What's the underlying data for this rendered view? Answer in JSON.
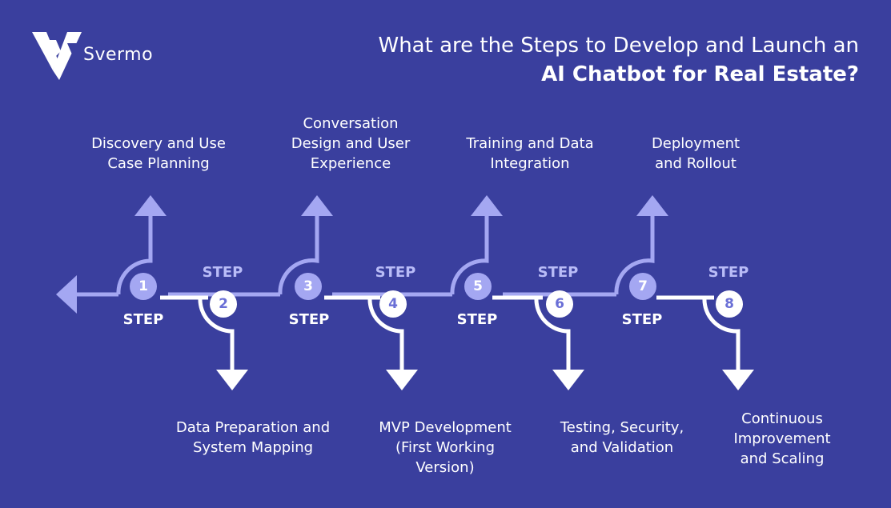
{
  "brand": {
    "name": "Svermo"
  },
  "title": {
    "line1": "What are the Steps to Develop and Launch an",
    "line2": "AI Chatbot for Real Estate?"
  },
  "colors": {
    "background": "#3a3f9e",
    "accent_light": "#a4a7f2",
    "white": "#ffffff"
  },
  "step_word": "STEP",
  "steps": [
    {
      "number": "1",
      "label": "Discovery and Use\nCase Planning"
    },
    {
      "number": "2",
      "label": "Data Preparation and\nSystem Mapping"
    },
    {
      "number": "3",
      "label": "Conversation\nDesign and User\nExperience"
    },
    {
      "number": "4",
      "label": "MVP Development\n(First Working\nVersion)"
    },
    {
      "number": "5",
      "label": "Training and Data\nIntegration"
    },
    {
      "number": "6",
      "label": "Testing, Security,\nand Validation"
    },
    {
      "number": "7",
      "label": "Deployment\nand Rollout"
    },
    {
      "number": "8",
      "label": "Continuous\nImprovement\nand Scaling"
    }
  ]
}
